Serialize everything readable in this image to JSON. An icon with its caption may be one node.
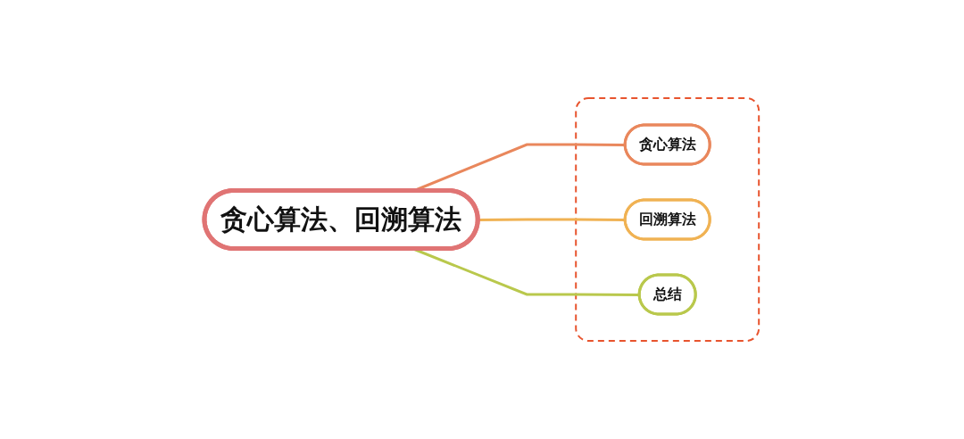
{
  "diagram": {
    "nodes": [
      {
        "text": [
          "贪心算法、回溯算法"
        ]
      },
      {
        "text": [],
        "shape": "box"
      },
      {
        "text": [
          "贪心算法"
        ],
        "in": 1
      },
      {
        "text": [
          "回溯算法"
        ],
        "in": 1
      },
      {
        "text": [
          "总结"
        ],
        "in": 1
      }
    ],
    "edges": [
      {
        "from": 0,
        "to": 2,
        "arrow": "none",
        "color": "#e9875c"
      },
      {
        "from": 0,
        "to": 3,
        "arrow": "none",
        "color": "#f0b253"
      },
      {
        "from": 0,
        "to": 4,
        "arrow": "none",
        "color": "#b9c84c"
      }
    ]
  }
}
